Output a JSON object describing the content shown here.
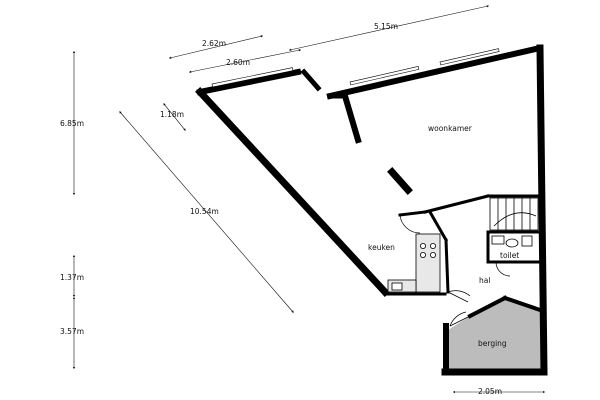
{
  "plan": {
    "rooms": {
      "woonkamer": "woonkamer",
      "keuken": "keuken",
      "toilet": "toilet",
      "hal": "hal",
      "berging": "berging"
    },
    "dimensions": {
      "top_a": "2.62m",
      "top_b": "5.15m",
      "top_c": "2.60m",
      "small": "1.18m",
      "left_total": "6.85m",
      "diagonal": "10.54m",
      "left_mid": "1.37m",
      "left_low": "3.57m",
      "bottom": "2.05m"
    },
    "colors": {
      "wall": "#000000",
      "berging_fill": "#bcbcbc",
      "fixture": "#e8e8e8",
      "window": "#ffffff",
      "dimension_line": "#111111"
    }
  }
}
